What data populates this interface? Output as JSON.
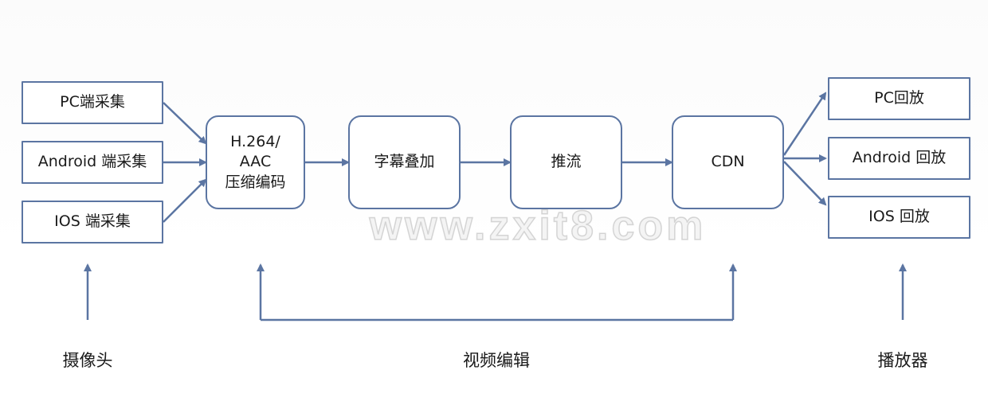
{
  "capture": {
    "pc": "PC端采集",
    "android": "Android 端采集",
    "ios": "IOS 端采集"
  },
  "encode": {
    "text": "H.264/\nAAC\n压缩编码"
  },
  "subtitle": "字幕叠加",
  "push": "推流",
  "cdn": "CDN",
  "playback": {
    "pc": "PC回放",
    "android": "Android 回放",
    "ios": "IOS 回放"
  },
  "bottom_labels": {
    "camera": "摄像头",
    "video_edit": "视频编辑",
    "player": "播放器"
  },
  "watermark": "www.zxit8.com",
  "colors": {
    "stroke": "#5b75a2"
  }
}
